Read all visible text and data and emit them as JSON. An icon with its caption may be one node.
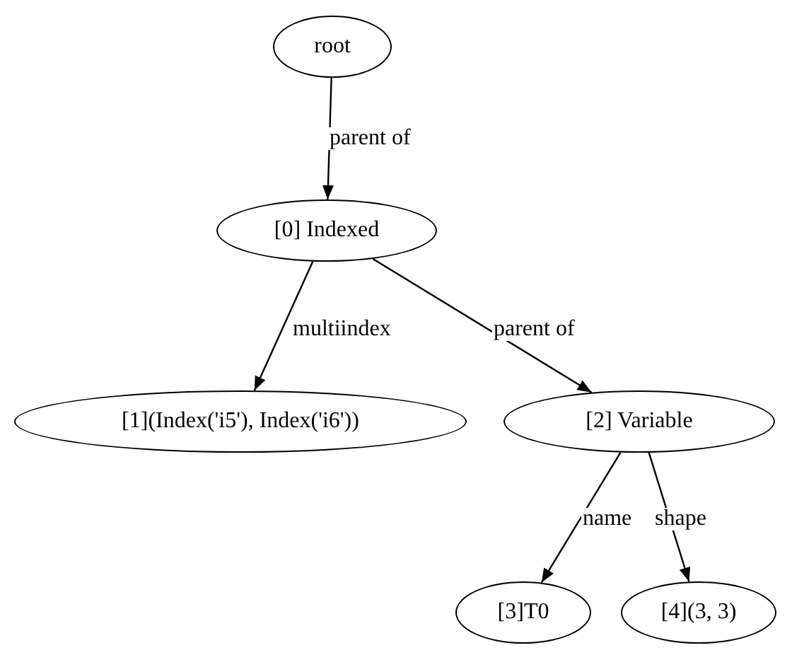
{
  "diagram": {
    "nodes": [
      {
        "text": [
          "root"
        ]
      },
      {
        "text": [
          "[0] Indexed"
        ]
      },
      {
        "text": [
          "[1](Index('i5'), Index('i6'))"
        ]
      },
      {
        "text": [
          "[2] Variable"
        ]
      },
      {
        "text": [
          "[3]T0"
        ]
      },
      {
        "text": [
          "[4](3, 3)"
        ]
      }
    ],
    "edges": [
      {
        "from": 0,
        "to": 1,
        "arrow": "to",
        "label": "parent of"
      },
      {
        "from": 1,
        "to": 2,
        "arrow": "to",
        "label": "multiindex"
      },
      {
        "from": 1,
        "to": 3,
        "arrow": "to",
        "label": "parent of"
      },
      {
        "from": 3,
        "to": 4,
        "arrow": "to",
        "label": "name"
      },
      {
        "from": 3,
        "to": 5,
        "arrow": "to",
        "label": "shape"
      }
    ]
  }
}
